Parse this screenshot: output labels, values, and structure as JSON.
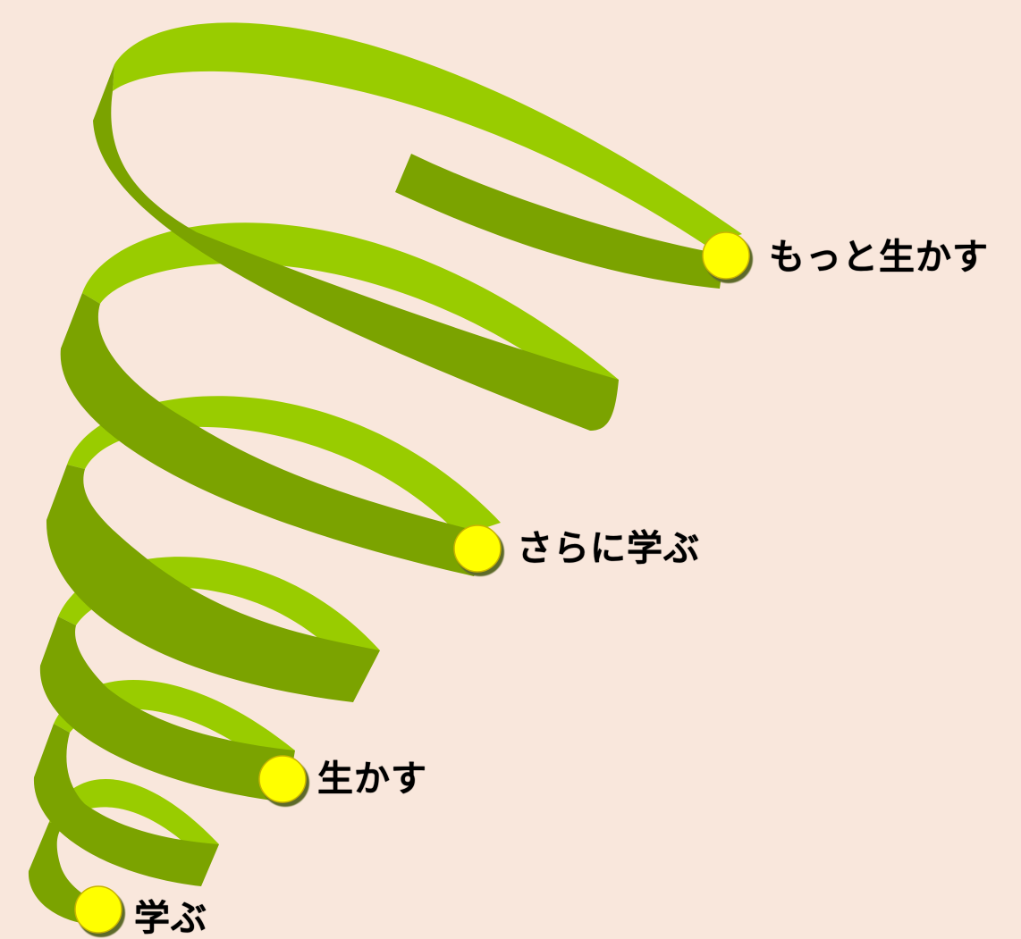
{
  "colors": {
    "background": "#f9e7dc",
    "ribbon_light": "#99cc00",
    "ribbon_dark": "#7ba300",
    "marker_fill": "#ffff00",
    "marker_shadow": "#5d6b2b",
    "label_text": "#000000"
  },
  "steps": [
    {
      "label": "学ぶ"
    },
    {
      "label": "生かす"
    },
    {
      "label": "さらに学ぶ"
    },
    {
      "label": "もっと生かす"
    }
  ]
}
